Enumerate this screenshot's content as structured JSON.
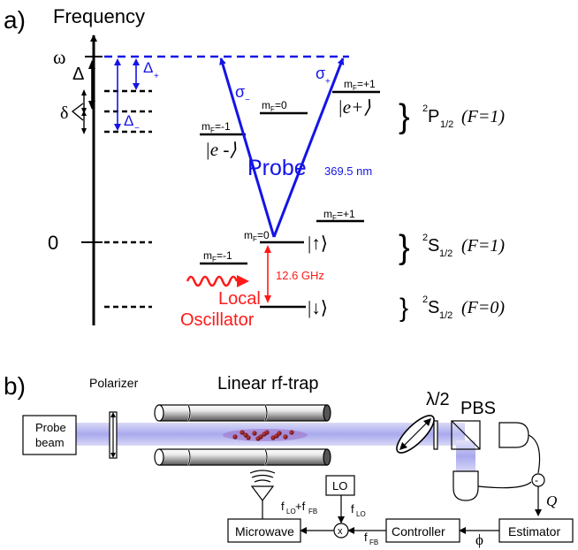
{
  "panel_a": {
    "label": "a)",
    "axis_title": "Frequency",
    "axis_omega": "ω",
    "axis_zero": "0",
    "delta_big": "Δ",
    "delta_plus": "Δ",
    "delta_plus_sub": "+",
    "delta_minus": "Δ",
    "delta_minus_sub": "−",
    "small_delta": "δ",
    "sigma_minus": "σ",
    "sigma_minus_sub": "−",
    "sigma_plus": "σ",
    "sigma_plus_sub": "+",
    "mf_p_minus": "m",
    "mf_p_minus_val": "=-1",
    "mf_p_zero": "m",
    "mf_p_zero_val": "=0",
    "mf_p_plus": "m",
    "mf_p_plus_val": "=+1",
    "ket_e_minus": "|e -⟩",
    "ket_e_plus": "|e+⟩",
    "probe": "Probe",
    "probe_wavelength": "369.5 nm",
    "mf_s_minus": "m",
    "mf_s_minus_val": "=-1",
    "mf_s_zero": "m",
    "mf_s_zero_val": "=0",
    "mf_s_plus": "m",
    "mf_s_plus_val": "=+1",
    "ket_up": "|↑⟩",
    "ket_down": "|↓⟩",
    "freq_12": "12.6 GHz",
    "local": "Local",
    "oscillator": "Oscillator",
    "p_term": "P",
    "p_term_sub": "1/2",
    "p_F": "(F=1)",
    "s1_term": "S",
    "s1_term_sub": "1/2",
    "s1_F": "(F=1)",
    "s0_term": "S",
    "s0_term_sub": "1/2",
    "s0_F": "(F=0)",
    "superscript_2": "2",
    "sub_F": "F",
    "brace": "}"
  },
  "panel_b": {
    "label": "b)",
    "polarizer": "Polarizer",
    "trap": "Linear rf-trap",
    "lambda2": "λ/2",
    "pbs": "PBS",
    "probe_beam_1": "Probe",
    "probe_beam_2": "beam",
    "minus": "-",
    "Q": "Q",
    "estimator": "Estimator",
    "phi": "ϕ",
    "controller": "Controller",
    "f_fb": "f",
    "f_fb_sub": "FB",
    "lo": "LO",
    "f_lo": "f",
    "f_lo_sub": "LO",
    "mixer": "x",
    "microwave": "Microwave",
    "f_lo_fb_1": "f",
    "f_lo_fb_sub1": "LO",
    "f_lo_fb_plus": "+f",
    "f_lo_fb_sub2": "FB"
  },
  "colors": {
    "blue": "#1414e6",
    "red": "#ff1a1a",
    "beam": "#b9b9f2",
    "ion": "#8b1a1a"
  }
}
